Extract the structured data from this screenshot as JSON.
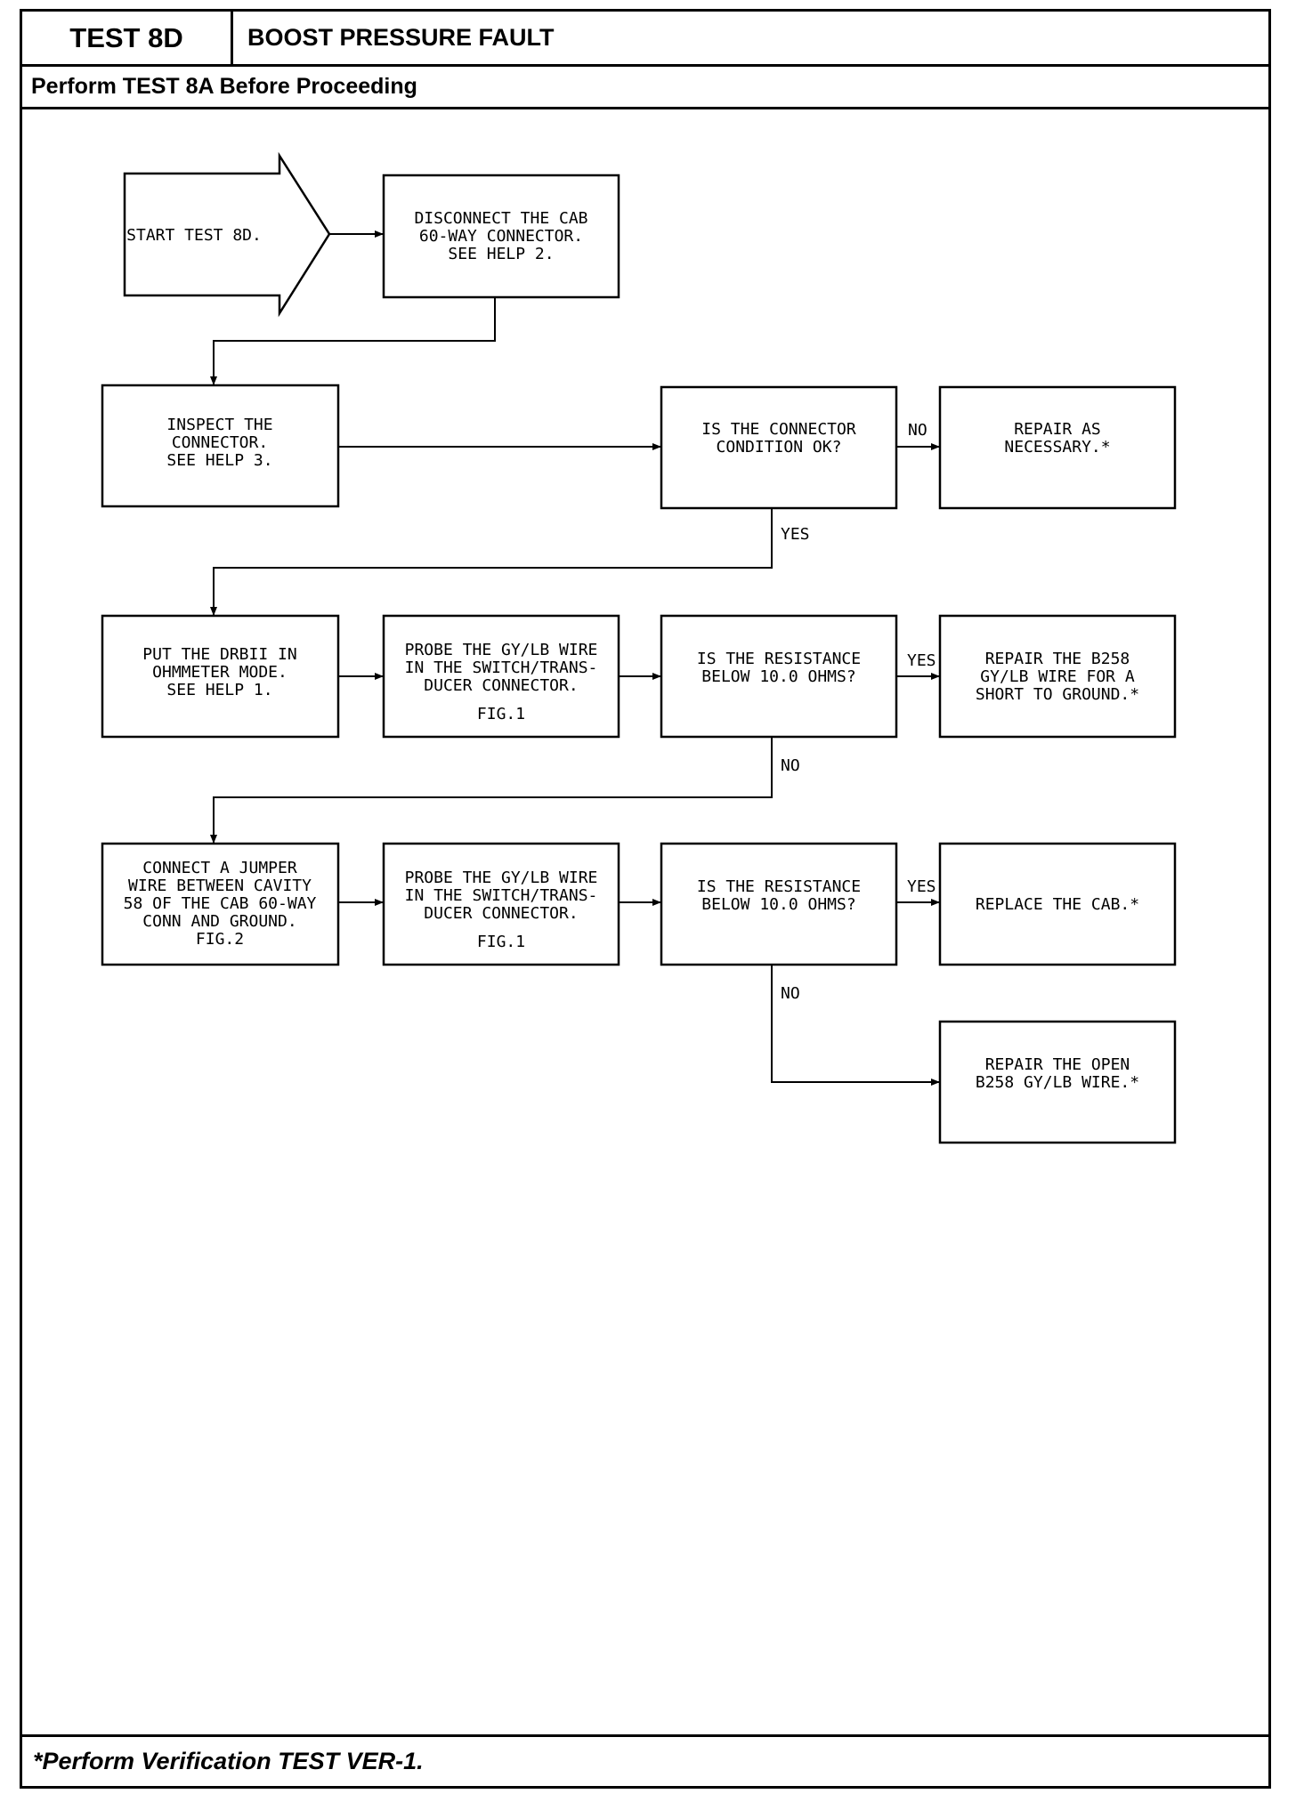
{
  "header": {
    "test_id": "TEST 8D",
    "title": "BOOST PRESSURE FAULT",
    "prereq": "Perform TEST 8A Before Proceeding"
  },
  "footer": {
    "note": "*Perform Verification TEST VER-1."
  },
  "flowchart": {
    "start": [
      "START TEST 8D."
    ],
    "disconnect": [
      "DISCONNECT THE CAB",
      "60-WAY CONNECTOR.",
      "SEE HELP 2."
    ],
    "inspect": [
      "INSPECT THE",
      "CONNECTOR.",
      "SEE HELP 3."
    ],
    "q_condition": [
      "IS THE CONNECTOR",
      "CONDITION OK?"
    ],
    "repair_necessary": [
      "REPAIR AS",
      "NECESSARY.*"
    ],
    "put_drbii": [
      "PUT THE DRBII IN",
      "OHMMETER MODE.",
      "SEE HELP 1."
    ],
    "probe1": [
      "PROBE THE GY/LB WIRE",
      "IN THE SWITCH/TRANS-",
      "DUCER CONNECTOR.",
      "FIG.1"
    ],
    "q_resist1": [
      "IS THE RESISTANCE",
      "BELOW 10.0 OHMS?"
    ],
    "repair_short": [
      "REPAIR THE B258",
      "GY/LB WIRE FOR A",
      "SHORT TO GROUND.*"
    ],
    "jumper": [
      "CONNECT A JUMPER",
      "WIRE BETWEEN CAVITY",
      "58 OF THE CAB 60-WAY",
      "CONN AND GROUND.",
      "FIG.2"
    ],
    "probe2": [
      "PROBE THE GY/LB WIRE",
      "IN THE SWITCH/TRANS-",
      "DUCER CONNECTOR.",
      "FIG.1"
    ],
    "q_resist2": [
      "IS THE RESISTANCE",
      "BELOW 10.0 OHMS?"
    ],
    "replace_cab": [
      "REPLACE THE CAB.*"
    ],
    "repair_open": [
      "REPAIR THE OPEN",
      "B258 GY/LB WIRE.*"
    ]
  },
  "labels": {
    "no1": "NO",
    "yes1": "YES",
    "yes2": "YES",
    "no2": "NO",
    "yes3": "YES",
    "no3": "NO"
  }
}
